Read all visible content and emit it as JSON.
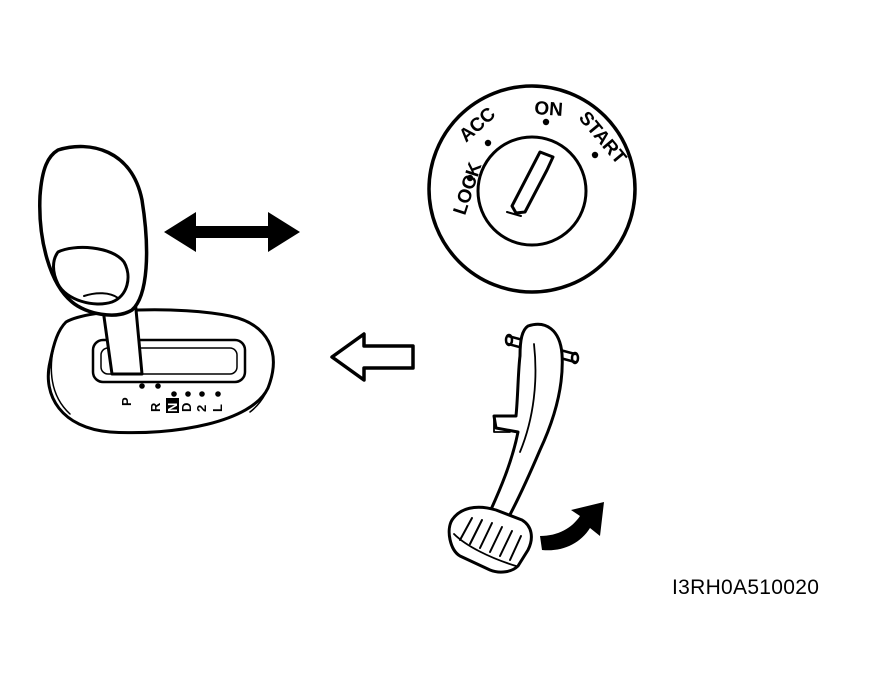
{
  "figure_code": "I3RH0A510020",
  "ignition": {
    "positions": [
      "LOCK",
      "ACC",
      "ON",
      "START"
    ]
  },
  "shifter": {
    "gear_positions": [
      "P",
      "R",
      "N",
      "D",
      "2",
      "L"
    ],
    "selected_gear": "N"
  },
  "colors": {
    "ink": "#000000",
    "paper": "#ffffff"
  }
}
